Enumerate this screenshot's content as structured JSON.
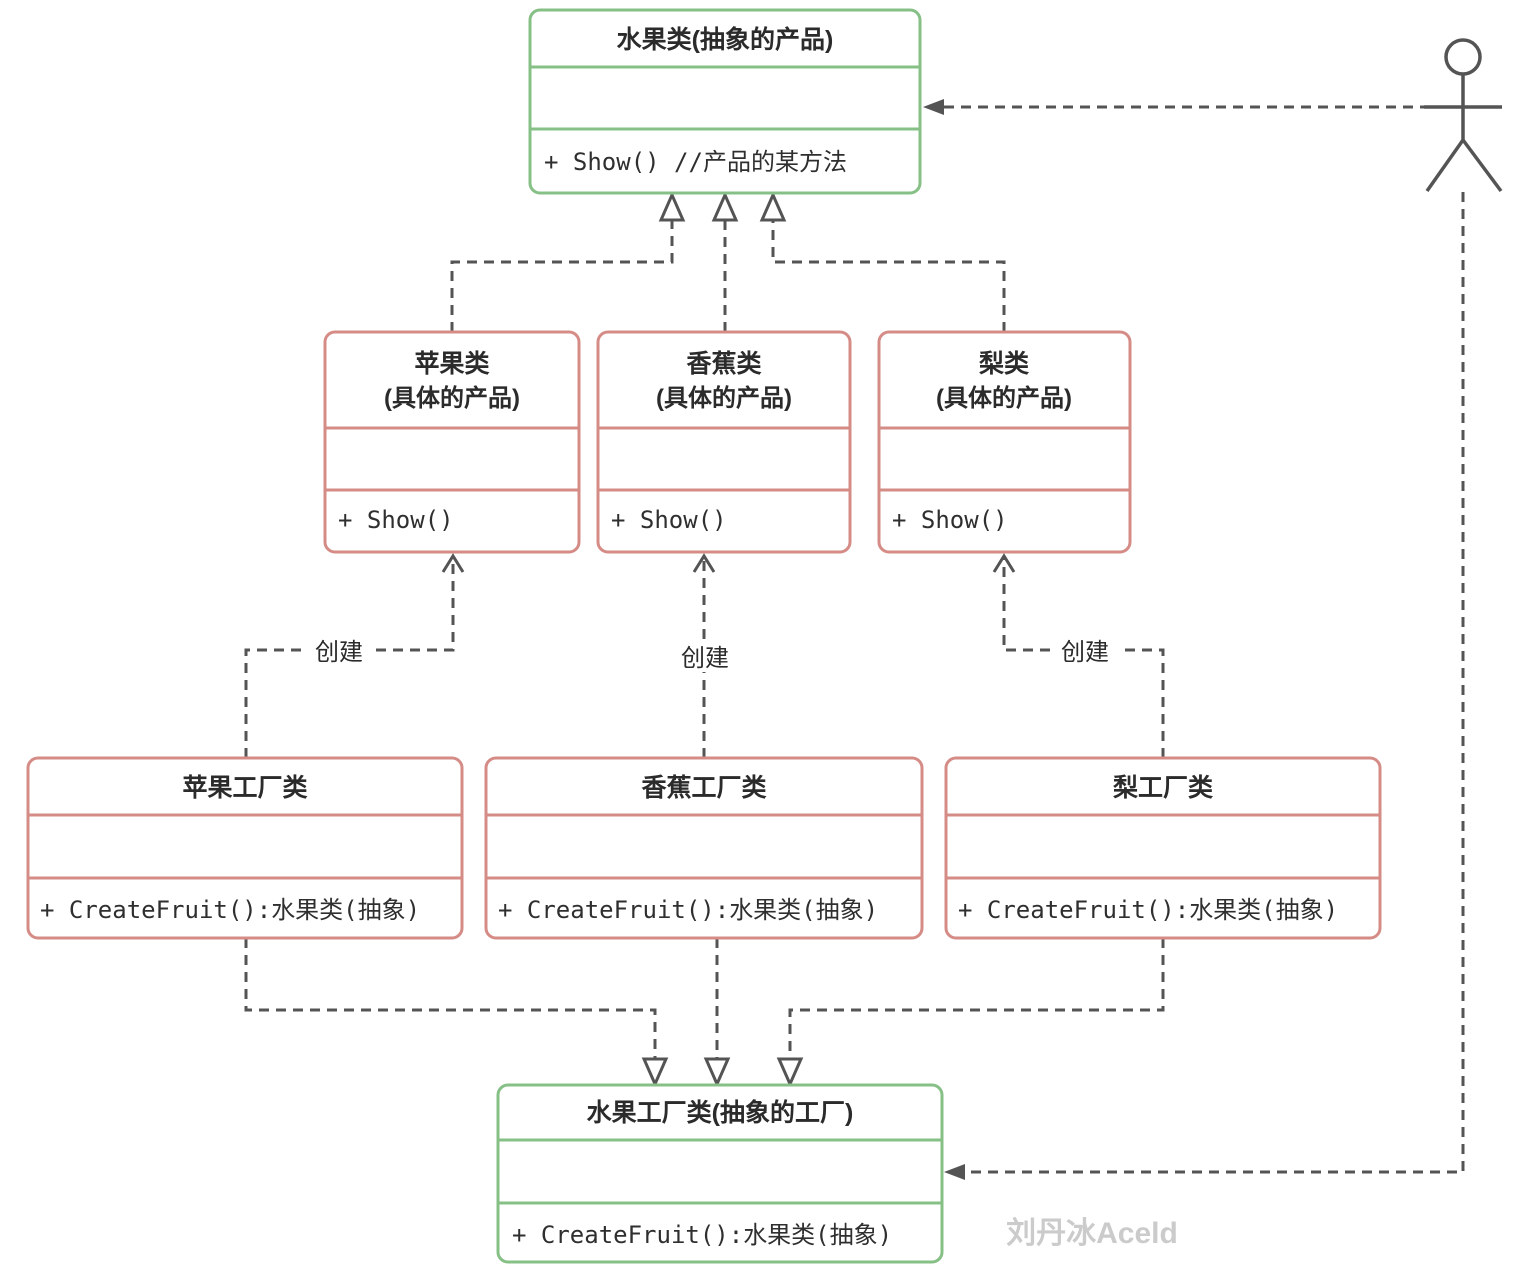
{
  "diagram": {
    "abstract_product": {
      "title": "水果类(抽象的产品)",
      "method": "+ Show() //产品的某方法"
    },
    "concrete_products": [
      {
        "title_line1": "苹果类",
        "title_line2": "(具体的产品)",
        "method": "+ Show()"
      },
      {
        "title_line1": "香蕉类",
        "title_line2": "(具体的产品)",
        "method": "+ Show()"
      },
      {
        "title_line1": "梨类",
        "title_line2": "(具体的产品)",
        "method": "+ Show()"
      }
    ],
    "concrete_factories": [
      {
        "title": "苹果工厂类",
        "method": "+ CreateFruit():水果类(抽象)"
      },
      {
        "title": "香蕉工厂类",
        "method": "+ CreateFruit():水果类(抽象)"
      },
      {
        "title": "梨工厂类",
        "method": "+ CreateFruit():水果类(抽象)"
      }
    ],
    "abstract_factory": {
      "title": "水果工厂类(抽象的工厂)",
      "method": "+ CreateFruit():水果类(抽象)"
    },
    "create_labels": [
      "创建",
      "创建",
      "创建"
    ],
    "watermark": "刘丹冰Aceld",
    "colors": {
      "abstract_box_border": "#86c086",
      "concrete_box_border": "#d68c86",
      "line": "#545454",
      "text": "#2b2b2b",
      "watermark": "#cbcbcb"
    }
  }
}
